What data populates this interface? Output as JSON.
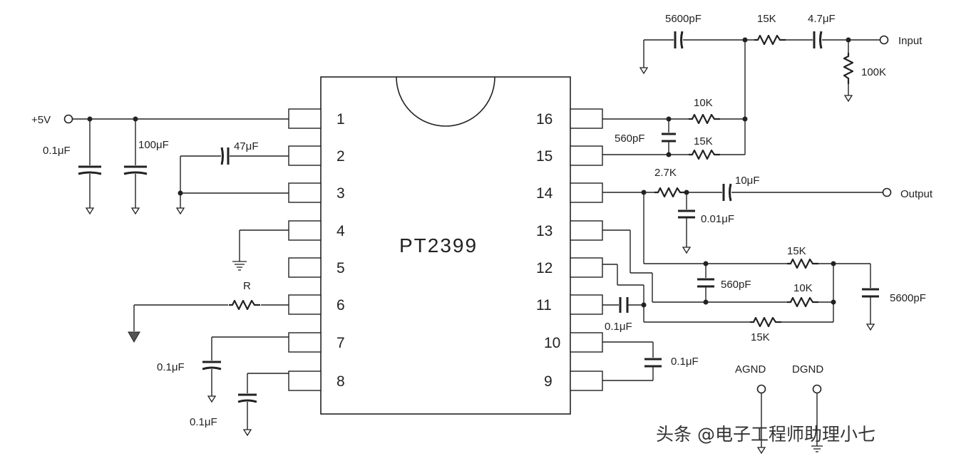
{
  "chip": {
    "name": "PT2399"
  },
  "pins": {
    "left": [
      "1",
      "2",
      "3",
      "4",
      "5",
      "6",
      "7",
      "8"
    ],
    "right": [
      "16",
      "15",
      "14",
      "13",
      "12",
      "11",
      "10",
      "9"
    ]
  },
  "labels": {
    "vcc": "+5V",
    "input": "Input",
    "output": "Output",
    "agnd": "AGND",
    "dgnd": "DGND",
    "c_vcc1": "0.1μF",
    "c_vcc2": "100μF",
    "c_pin2": "47μF",
    "r_pin6": "R",
    "c_pin7": "0.1μF",
    "c_pin8": "0.1μF",
    "c_in_top": "5600pF",
    "r_in_top": "15K",
    "c_in": "4.7μF",
    "r_in_gnd": "100K",
    "r_16": "10K",
    "c_16_15": "560pF",
    "r_15": "15K",
    "r_14": "2.7K",
    "c_out": "10μF",
    "c_14_gnd": "0.01μF",
    "r_13_a": "15K",
    "c_13": "560pF",
    "r_12": "10K",
    "c_right": "5600pF",
    "c_11": "0.1μF",
    "r_11": "15K",
    "c_10_9": "0.1μF"
  },
  "watermark": "头条 @电子工程师助理小七"
}
